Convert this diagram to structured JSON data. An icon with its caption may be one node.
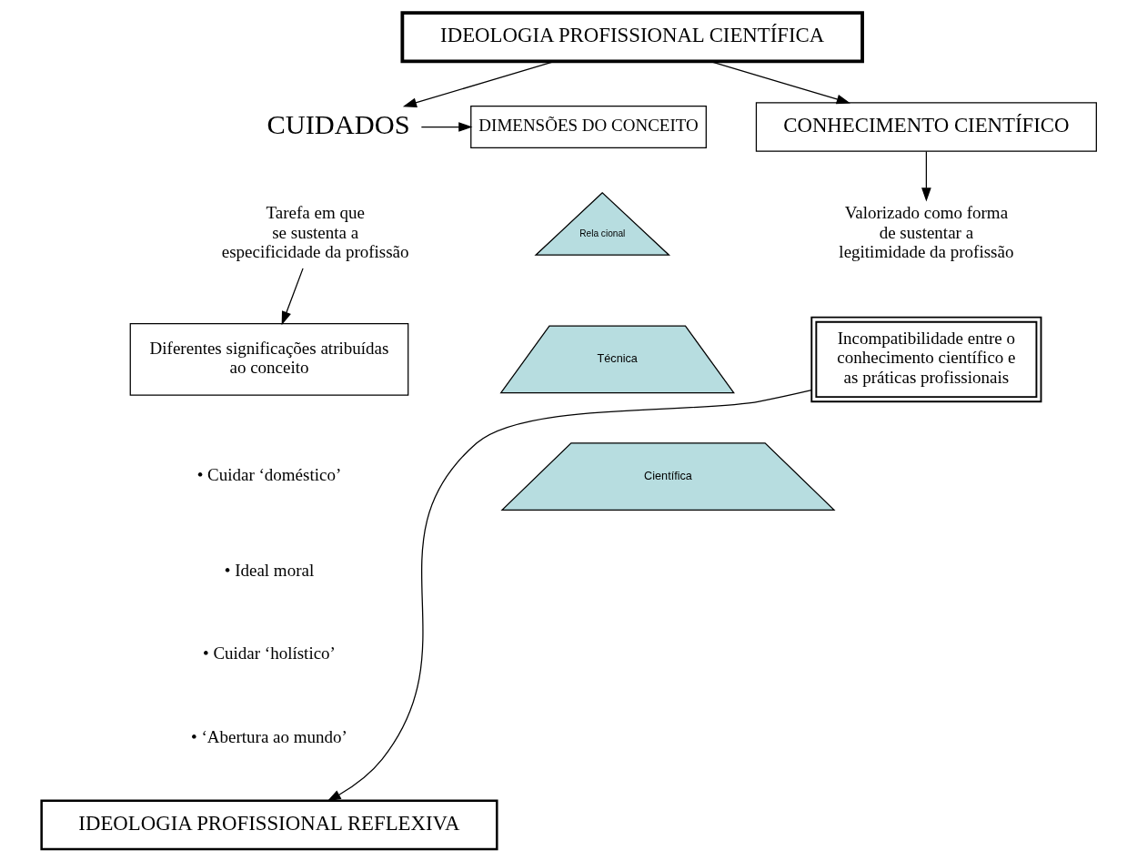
{
  "diagram": {
    "nodes": [
      {
        "text": [
          "IDEOLOGIA PROFISSIONAL CIENTÍFICA"
        ]
      },
      {
        "text": [
          "CUIDADOS"
        ]
      },
      {
        "text": [
          "DIMENSÕES DO CONCEITO"
        ]
      },
      {
        "text": [
          "CONHECIMENTO CIENTÍFICO"
        ]
      },
      {
        "text": [
          "Tarefa em que se sustenta a especificidade da profissão"
        ]
      },
      {
        "text": [
          "Rela cional"
        ]
      },
      {
        "text": [
          "Técnica"
        ]
      },
      {
        "text": [
          "Científica"
        ]
      },
      {
        "text": [
          "Valorizado como forma de sustentar a legitimidade da profissão"
        ]
      },
      {
        "text": [
          "Diferentes significações atribuídas ao conceito"
        ]
      },
      {
        "text": [
          "Incompatibilidade entre o conhecimento científico e as práticas profissionais"
        ]
      },
      {
        "text": [
          "IDEOLOGIA PROFISSIONAL REFLEXIVA"
        ]
      }
    ],
    "edges": [
      {
        "from": 0,
        "to": 1,
        "arrow": "to"
      },
      {
        "from": 0,
        "to": 3,
        "arrow": "to"
      },
      {
        "from": 1,
        "to": 2,
        "arrow": "to"
      },
      {
        "from": 3,
        "to": 8,
        "arrow": "to"
      },
      {
        "from": 4,
        "to": 9,
        "arrow": "to"
      },
      {
        "from": 10,
        "to": 11,
        "arrow": "to"
      }
    ],
    "labels": [
      "• Cuidar ‘doméstico’",
      "• Ideal moral",
      "• Cuidar ‘holístico’",
      "• ‘Abertura ao mundo’"
    ]
  }
}
